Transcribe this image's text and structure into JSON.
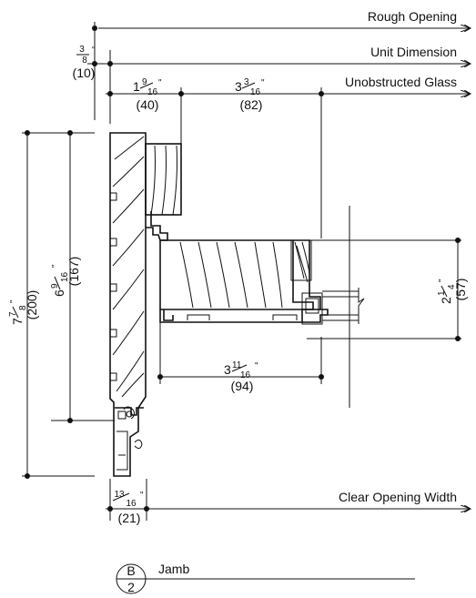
{
  "labels": {
    "rough_opening": "Rough Opening",
    "unit_dimension": "Unit Dimension",
    "unobstructed_glass": "Unobstructed Glass",
    "clear_opening_width": "Clear Opening Width"
  },
  "dims": {
    "d_3_8": {
      "whole": "",
      "num": "3",
      "den": "8",
      "mm": "(10)"
    },
    "d_1_9_16": {
      "whole": "1",
      "num": "9",
      "den": "16",
      "mm": "(40)"
    },
    "d_3_3_16": {
      "whole": "3",
      "num": "3",
      "den": "16",
      "mm": "(82)"
    },
    "d_7_7_8": {
      "whole": "7",
      "num": "7",
      "den": "8",
      "mm": "(200)"
    },
    "d_6_9_16": {
      "whole": "6",
      "num": "9",
      "den": "16",
      "mm": "(167)"
    },
    "d_2_1_4": {
      "whole": "2",
      "num": "1",
      "den": "4",
      "mm": "(57)"
    },
    "d_3_11_16": {
      "whole": "3",
      "num": "11",
      "den": "16",
      "mm": "(94)"
    },
    "d_13_16": {
      "whole": "",
      "num": "13",
      "den": "16",
      "mm": "(21)"
    }
  },
  "detail": {
    "letter": "B",
    "number": "2",
    "title": "Jamb"
  }
}
